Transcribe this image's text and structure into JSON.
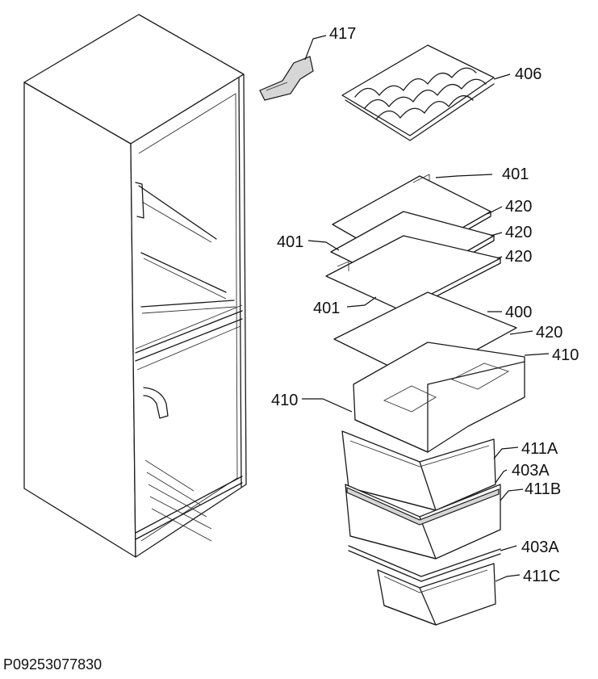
{
  "labels": {
    "p417": "417",
    "p406": "406",
    "p401_top": "401",
    "p401_left": "401",
    "p401_lower": "401",
    "p420_a": "420",
    "p420_b": "420",
    "p420_c": "420",
    "p420_d": "420",
    "p400": "400",
    "p410_right": "410",
    "p410_left": "410",
    "p411A": "411A",
    "p403A_a": "403A",
    "p411B": "411B",
    "p403A_b": "403A",
    "p411C": "411C"
  },
  "diagram_code": "P09253077830"
}
